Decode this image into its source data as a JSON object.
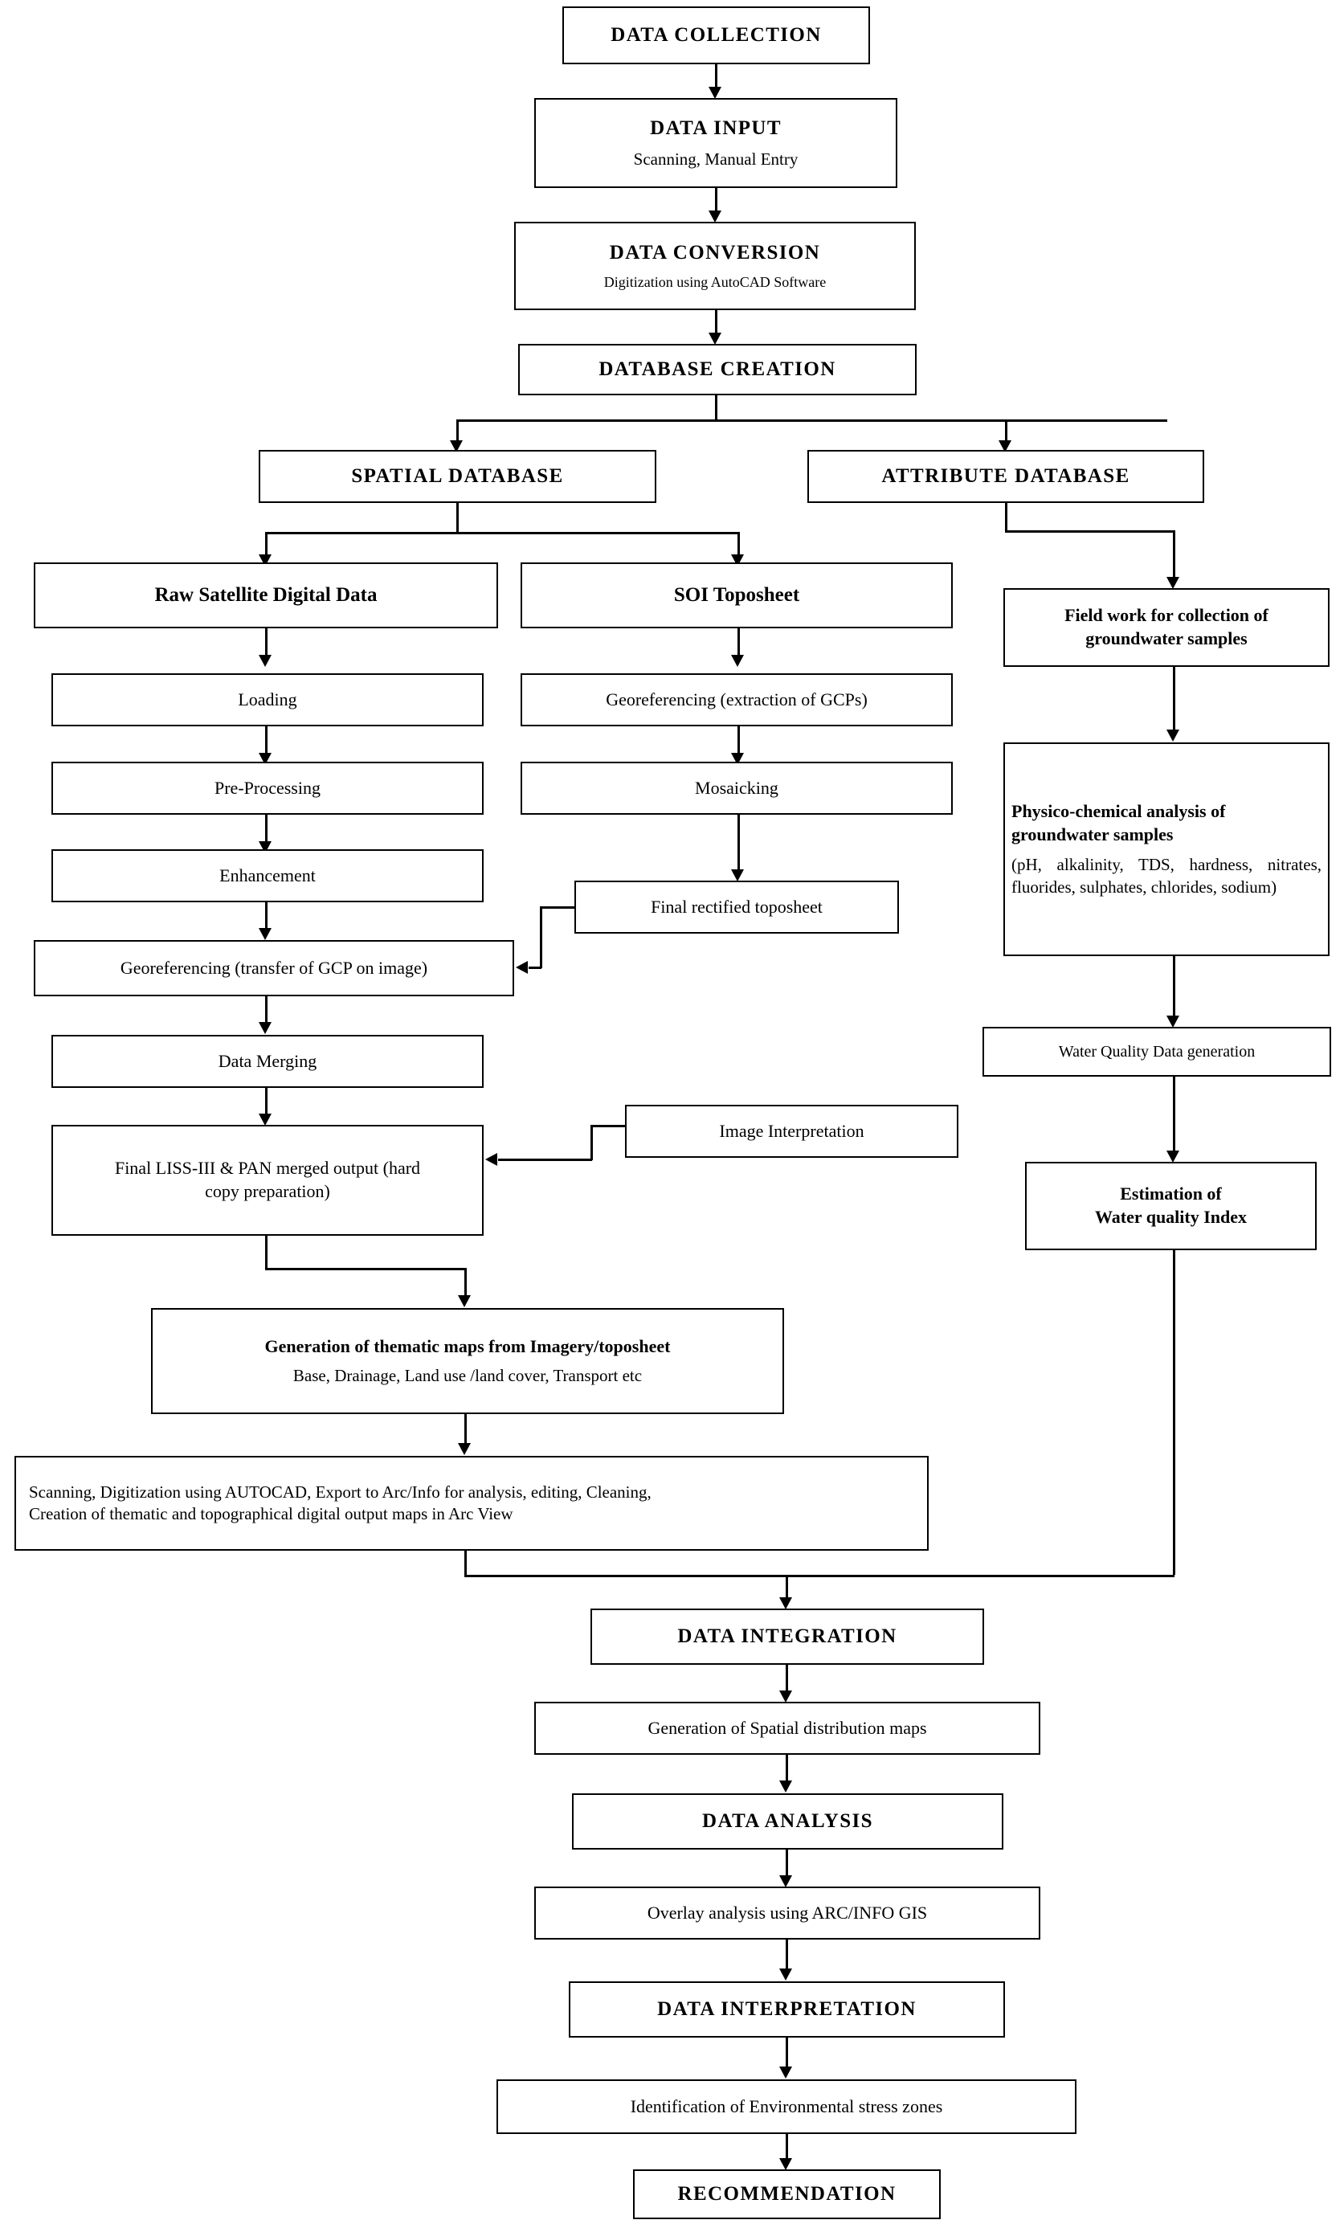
{
  "diagram": {
    "title": "GIS and Remote Sensing Groundwater Quality Methodology Flowchart",
    "type": "flowchart",
    "line_color": "#000000",
    "background_color": "#ffffff"
  },
  "nodes": {
    "data_collection": {
      "title": "DATA COLLECTION"
    },
    "data_input": {
      "title": "DATA INPUT",
      "subtitle": "Scanning, Manual Entry"
    },
    "data_conversion": {
      "title": "DATA CONVERSION",
      "subtitle": "Digitization using AutoCAD Software"
    },
    "database_creation": {
      "title": "DATABASE CREATION"
    },
    "spatial_database": {
      "title": "SPATIAL DATABASE"
    },
    "attribute_database": {
      "title": "ATTRIBUTE DATABASE"
    },
    "raw_satellite": {
      "title": "Raw Satellite Digital Data"
    },
    "soi_toposheet": {
      "title": "SOI Toposheet"
    },
    "field_work": {
      "line1": "Field work for collection of",
      "line2": "groundwater samples"
    },
    "loading": {
      "title": "Loading"
    },
    "georef_gcp_extract": {
      "title": "Georeferencing (extraction of GCPs)"
    },
    "pre_processing": {
      "title": "Pre-Processing"
    },
    "mosaicking": {
      "title": "Mosaicking"
    },
    "physico_chemical": {
      "line1": "Physico-chemical analysis of",
      "line2": "groundwater samples",
      "detail": "(pH, alkalinity, TDS, hardness, nitrates, fluorides, sulphates, chlorides, sodium)"
    },
    "enhancement": {
      "title": "Enhancement"
    },
    "final_rectified": {
      "title": "Final rectified toposheet"
    },
    "georef_transfer": {
      "title": "Georeferencing (transfer of GCP on image)"
    },
    "data_merging": {
      "title": "Data Merging"
    },
    "water_quality_data": {
      "title": "Water Quality Data generation"
    },
    "final_liss": {
      "line1": "Final LISS-III & PAN merged output (hard",
      "line2": "copy preparation)"
    },
    "image_interpretation": {
      "title": "Image Interpretation"
    },
    "estimation_wqi": {
      "line1": "Estimation of",
      "line2": "Water quality Index"
    },
    "thematic_maps": {
      "title": "Generation of thematic maps from Imagery/toposheet",
      "subtitle": "Base, Drainage, Land use /land cover, Transport etc"
    },
    "scanning_digitization": {
      "line1": "Scanning, Digitization using AUTOCAD, Export to Arc/Info for analysis, editing, Cleaning,",
      "line2": "Creation of thematic and topographical digital output maps in Arc View"
    },
    "data_integration": {
      "title": "DATA INTEGRATION"
    },
    "spatial_distribution": {
      "title": "Generation of Spatial distribution maps"
    },
    "data_analysis": {
      "title": "DATA ANALYSIS"
    },
    "overlay_analysis": {
      "title": "Overlay analysis using ARC/INFO GIS"
    },
    "data_interpretation": {
      "title": "DATA INTERPRETATION"
    },
    "stress_zones": {
      "title": "Identification of Environmental stress zones"
    },
    "recommendation": {
      "title": "RECOMMENDATION"
    }
  },
  "flow_order": [
    "DATA COLLECTION",
    "DATA INPUT",
    "DATA CONVERSION",
    "DATABASE CREATION",
    "SPATIAL DATABASE / ATTRIBUTE DATABASE",
    "DATA INTEGRATION",
    "DATA ANALYSIS",
    "DATA INTERPRETATION",
    "RECOMMENDATION"
  ]
}
